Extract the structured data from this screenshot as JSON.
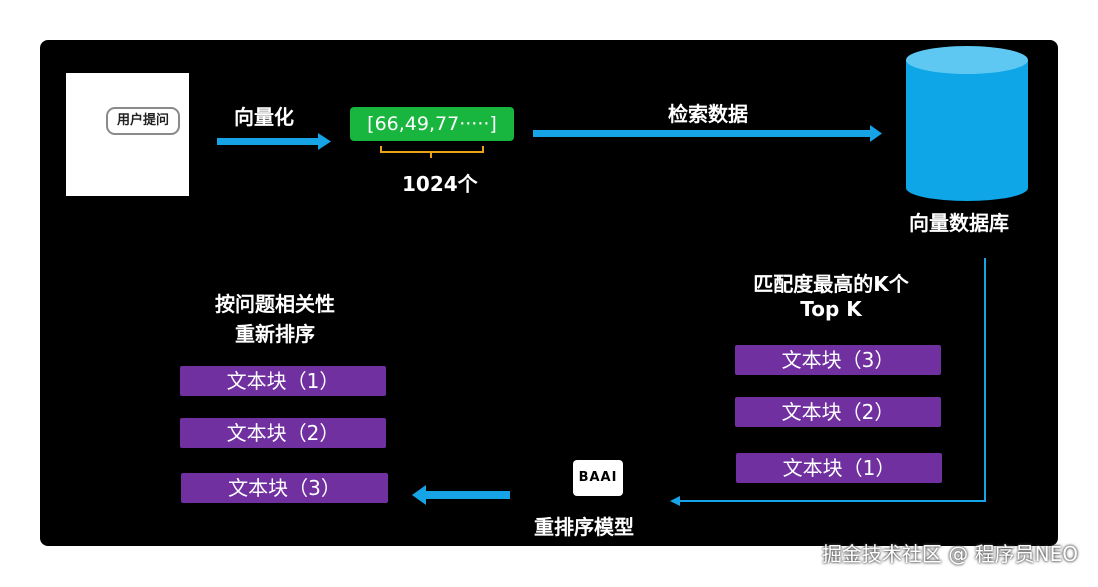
{
  "user": {
    "bubble": "用户提问"
  },
  "steps": {
    "vectorize": "向量化",
    "vector": "[66,49,77·····]",
    "dims": "1024个",
    "search": "检索数据",
    "db": "向量数据库",
    "topk_line1": "匹配度最高的K个",
    "topk_line2": "Top K",
    "rerank_model": "重排序模型",
    "rerank_logo": "BAAI",
    "rerank_line1": "按问题相关性",
    "rerank_line2": "重新排序"
  },
  "topk_blocks": [
    "文本块（3）",
    "文本块（2）",
    "文本块（1）"
  ],
  "reranked_blocks": [
    "文本块（1）",
    "文本块（2）",
    "文本块（3）"
  ],
  "watermark": "掘金技术社区 @ 程序员NEO",
  "colors": {
    "arrow": "#16a4e6",
    "block": "#7030a0",
    "vector": "#18b63f",
    "db": "#0ea6e6"
  }
}
